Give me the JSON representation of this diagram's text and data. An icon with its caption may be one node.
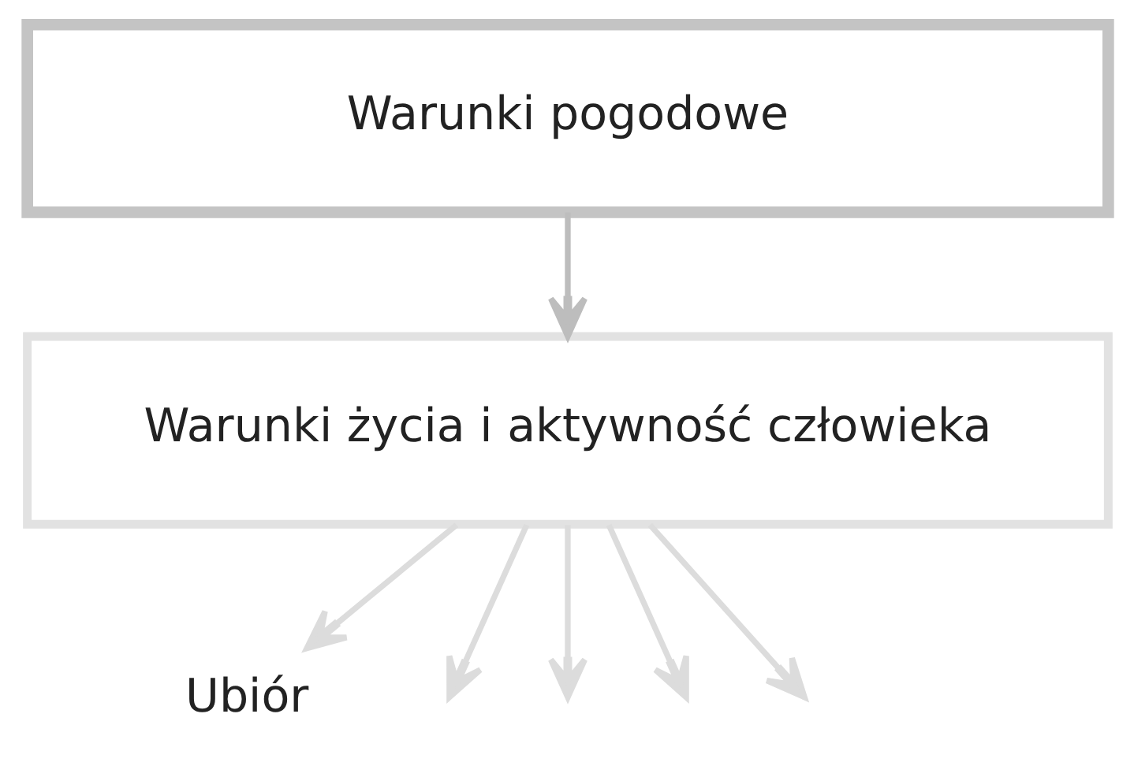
{
  "diagram": {
    "nodes": [
      {
        "text": [
          "Warunki pogodowe"
        ]
      },
      {
        "text": [
          "Warunki życia i aktywność człowieka"
        ]
      },
      {
        "text": [
          "Ubiór"
        ]
      }
    ],
    "edges": [
      {
        "from": 0,
        "to": 1,
        "arrow": "to",
        "color": "#bdbdbd"
      },
      {
        "from": 1,
        "to": 2,
        "arrow": "to"
      },
      {
        "from": 1,
        "to": null,
        "arrow": "to"
      },
      {
        "from": 1,
        "to": null,
        "arrow": "to"
      },
      {
        "from": 1,
        "to": null,
        "arrow": "to"
      },
      {
        "from": 1,
        "to": null,
        "arrow": "to"
      }
    ]
  }
}
